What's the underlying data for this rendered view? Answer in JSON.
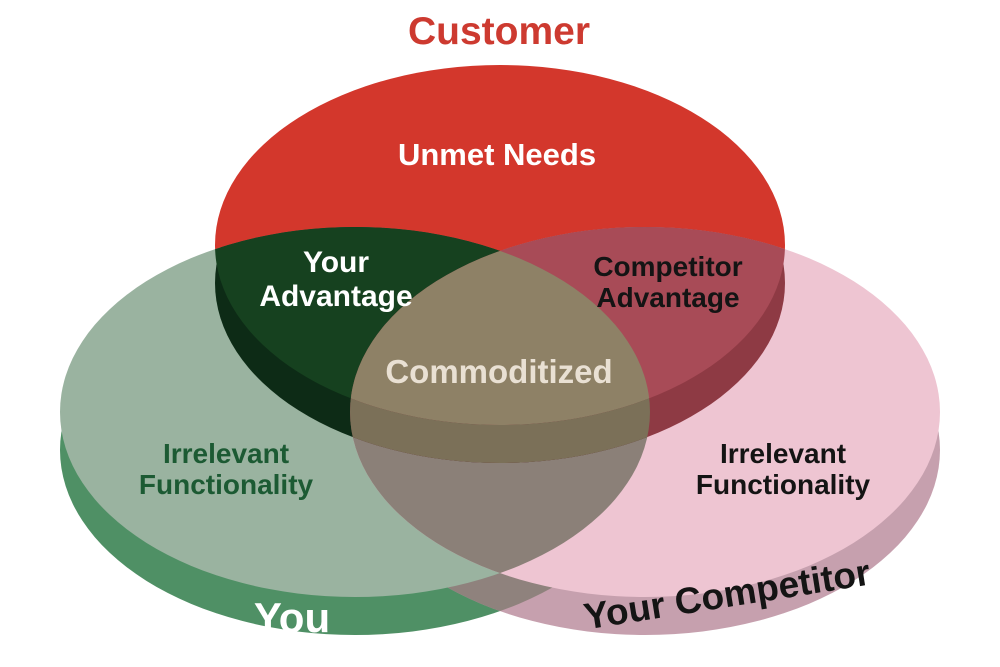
{
  "diagram": {
    "type": "venn-3d",
    "title": "Customer",
    "circles": [
      {
        "id": "customer",
        "label": "Customer",
        "region_label": "Unmet Needs"
      },
      {
        "id": "you",
        "label": "You",
        "region_label": "Irrelevant\nFunctionality"
      },
      {
        "id": "competitor",
        "label": "Your Competitor",
        "region_label": "Irrelevant\nFunctionality"
      }
    ],
    "labels": {
      "customer_title": "Customer",
      "unmet_needs": "Unmet Needs",
      "your_advantage": "Your\nAdvantage",
      "competitor_advantage": "Competitor\nAdvantage",
      "commoditized": "Commoditized",
      "irrelevant_left": "Irrelevant\nFunctionality",
      "irrelevant_right": "Irrelevant\nFunctionality",
      "you": "You",
      "your_competitor": "Your Competitor"
    },
    "colors": {
      "background": "#ffffff",
      "title_text": "#cd3a30",
      "customer_top": "#d3372c",
      "customer_side": "#b13029",
      "you_top": "#9ab3a0",
      "you_side": "#4f9065",
      "competitor_top": "#eec5d2",
      "competitor_side": "#c6a0ae",
      "customer_you_overlap": "#16411f",
      "customer_competitor_overlap": "#a84b57",
      "center_overlap": "#8e8166",
      "center_overlap_shadow": "#7b7058",
      "you_competitor_overlap": "#8b8078",
      "sides_overlap": "#8f827d",
      "customer_side_over_you": "#0d2b16",
      "customer_side_over_competitor": "#8e3a44",
      "text_white": "#ffffff",
      "text_black": "#141414",
      "text_cream": "#e9e0d3",
      "text_dark_green": "#1c5a33"
    }
  }
}
